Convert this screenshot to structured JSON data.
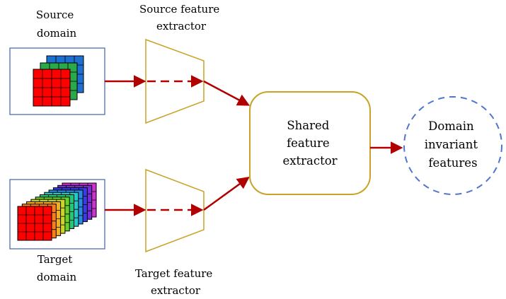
{
  "labels": {
    "source_domain": [
      "Source",
      "domain"
    ],
    "target_domain": [
      "Target",
      "domain"
    ],
    "source_extractor": [
      "Source feature",
      "extractor"
    ],
    "target_extractor": [
      "Target feature",
      "extractor"
    ],
    "shared_extractor": [
      "Shared",
      "feature",
      "extractor"
    ],
    "invariant_features": [
      "Domain",
      "invariant",
      "features"
    ]
  },
  "colors": {
    "arrow": "#b00000",
    "extractor_outline": "#c9a227",
    "domain_box_outline": "#5b78b8",
    "invariant_circle": "#4f77c9",
    "grid_front": "#ff0000",
    "source_stack": [
      "#1f6fd0",
      "#2aa84a",
      "#ff0000"
    ],
    "target_stack": [
      "#cc33cc",
      "#7a2ad6",
      "#3b3be0",
      "#2a8ce0",
      "#22c7c7",
      "#22c77a",
      "#6ad12a",
      "#c8d62a",
      "#f0b020",
      "#ff7a1a",
      "#ff0000"
    ]
  }
}
